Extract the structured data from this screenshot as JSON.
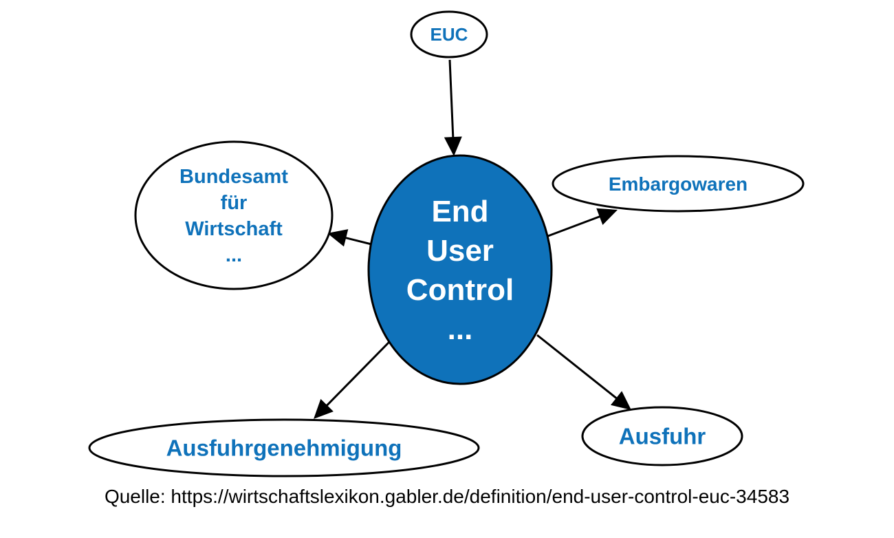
{
  "colors": {
    "accent": "#0f72ba",
    "center_text": "#ffffff",
    "stroke": "#000000"
  },
  "nodes": {
    "center": {
      "lines": [
        "End",
        "User",
        "Control",
        "..."
      ]
    },
    "euc": {
      "lines": [
        "EUC"
      ]
    },
    "bundesamt": {
      "lines": [
        "Bundesamt",
        "für",
        "Wirtschaft",
        "..."
      ]
    },
    "embargowaren": {
      "lines": [
        "Embargowaren"
      ]
    },
    "ausfuhrgenehmigung": {
      "lines": [
        "Ausfuhrgenehmigung"
      ]
    },
    "ausfuhr": {
      "lines": [
        "Ausfuhr"
      ]
    }
  },
  "edges": [
    {
      "from": "euc",
      "to": "center"
    },
    {
      "from": "center",
      "to": "bundesamt"
    },
    {
      "from": "center",
      "to": "embargowaren"
    },
    {
      "from": "center",
      "to": "ausfuhrgenehmigung"
    },
    {
      "from": "center",
      "to": "ausfuhr"
    }
  ],
  "source": "Quelle: https://wirtschaftslexikon.gabler.de/definition/end-user-control-euc-34583"
}
